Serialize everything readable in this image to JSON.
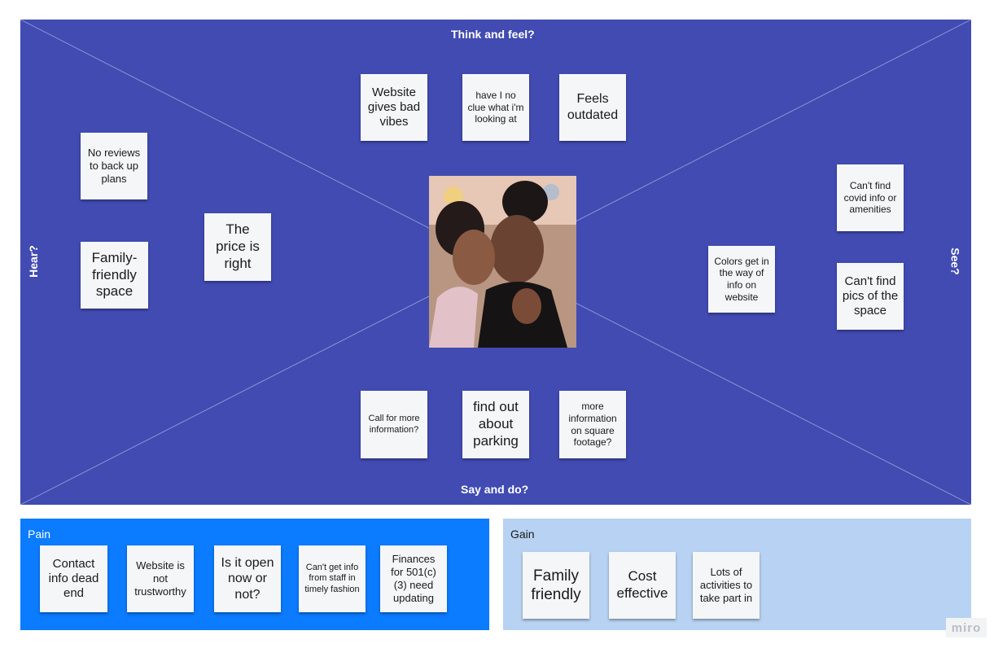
{
  "empathy_map": {
    "headings": {
      "think_feel": "Think and feel?",
      "say_do": "Say and do?",
      "hear": "Hear?",
      "see": "See?"
    },
    "think_feel_notes": [
      "Website gives bad vibes",
      "have I no clue what i'm looking at",
      "Feels outdated"
    ],
    "hear_notes": [
      "No reviews to back up plans",
      "Family-friendly space",
      "The price is right"
    ],
    "see_notes": [
      "Can't find covid info or amenities",
      "Colors get in the way of info on website",
      "Can't find pics of the space"
    ],
    "say_do_notes": [
      "Call for more information?",
      "find out about parking",
      "more information on square footage?"
    ]
  },
  "pain": {
    "label": "Pain",
    "notes": [
      "Contact info dead end",
      "Website is not trustworthy",
      "Is it open now or not?",
      "Can't get info from staff in timely fashion",
      "Finances for 501(c)(3) need updating"
    ]
  },
  "gain": {
    "label": "Gain",
    "notes": [
      "Family friendly",
      "Cost effective",
      "Lots of activities to take part in"
    ]
  },
  "watermark": "miro",
  "colors": {
    "map_background": "#414bb2",
    "pain_background": "#0b7bff",
    "gain_background": "#b8d2f3",
    "sticky": "#f5f6f8"
  }
}
